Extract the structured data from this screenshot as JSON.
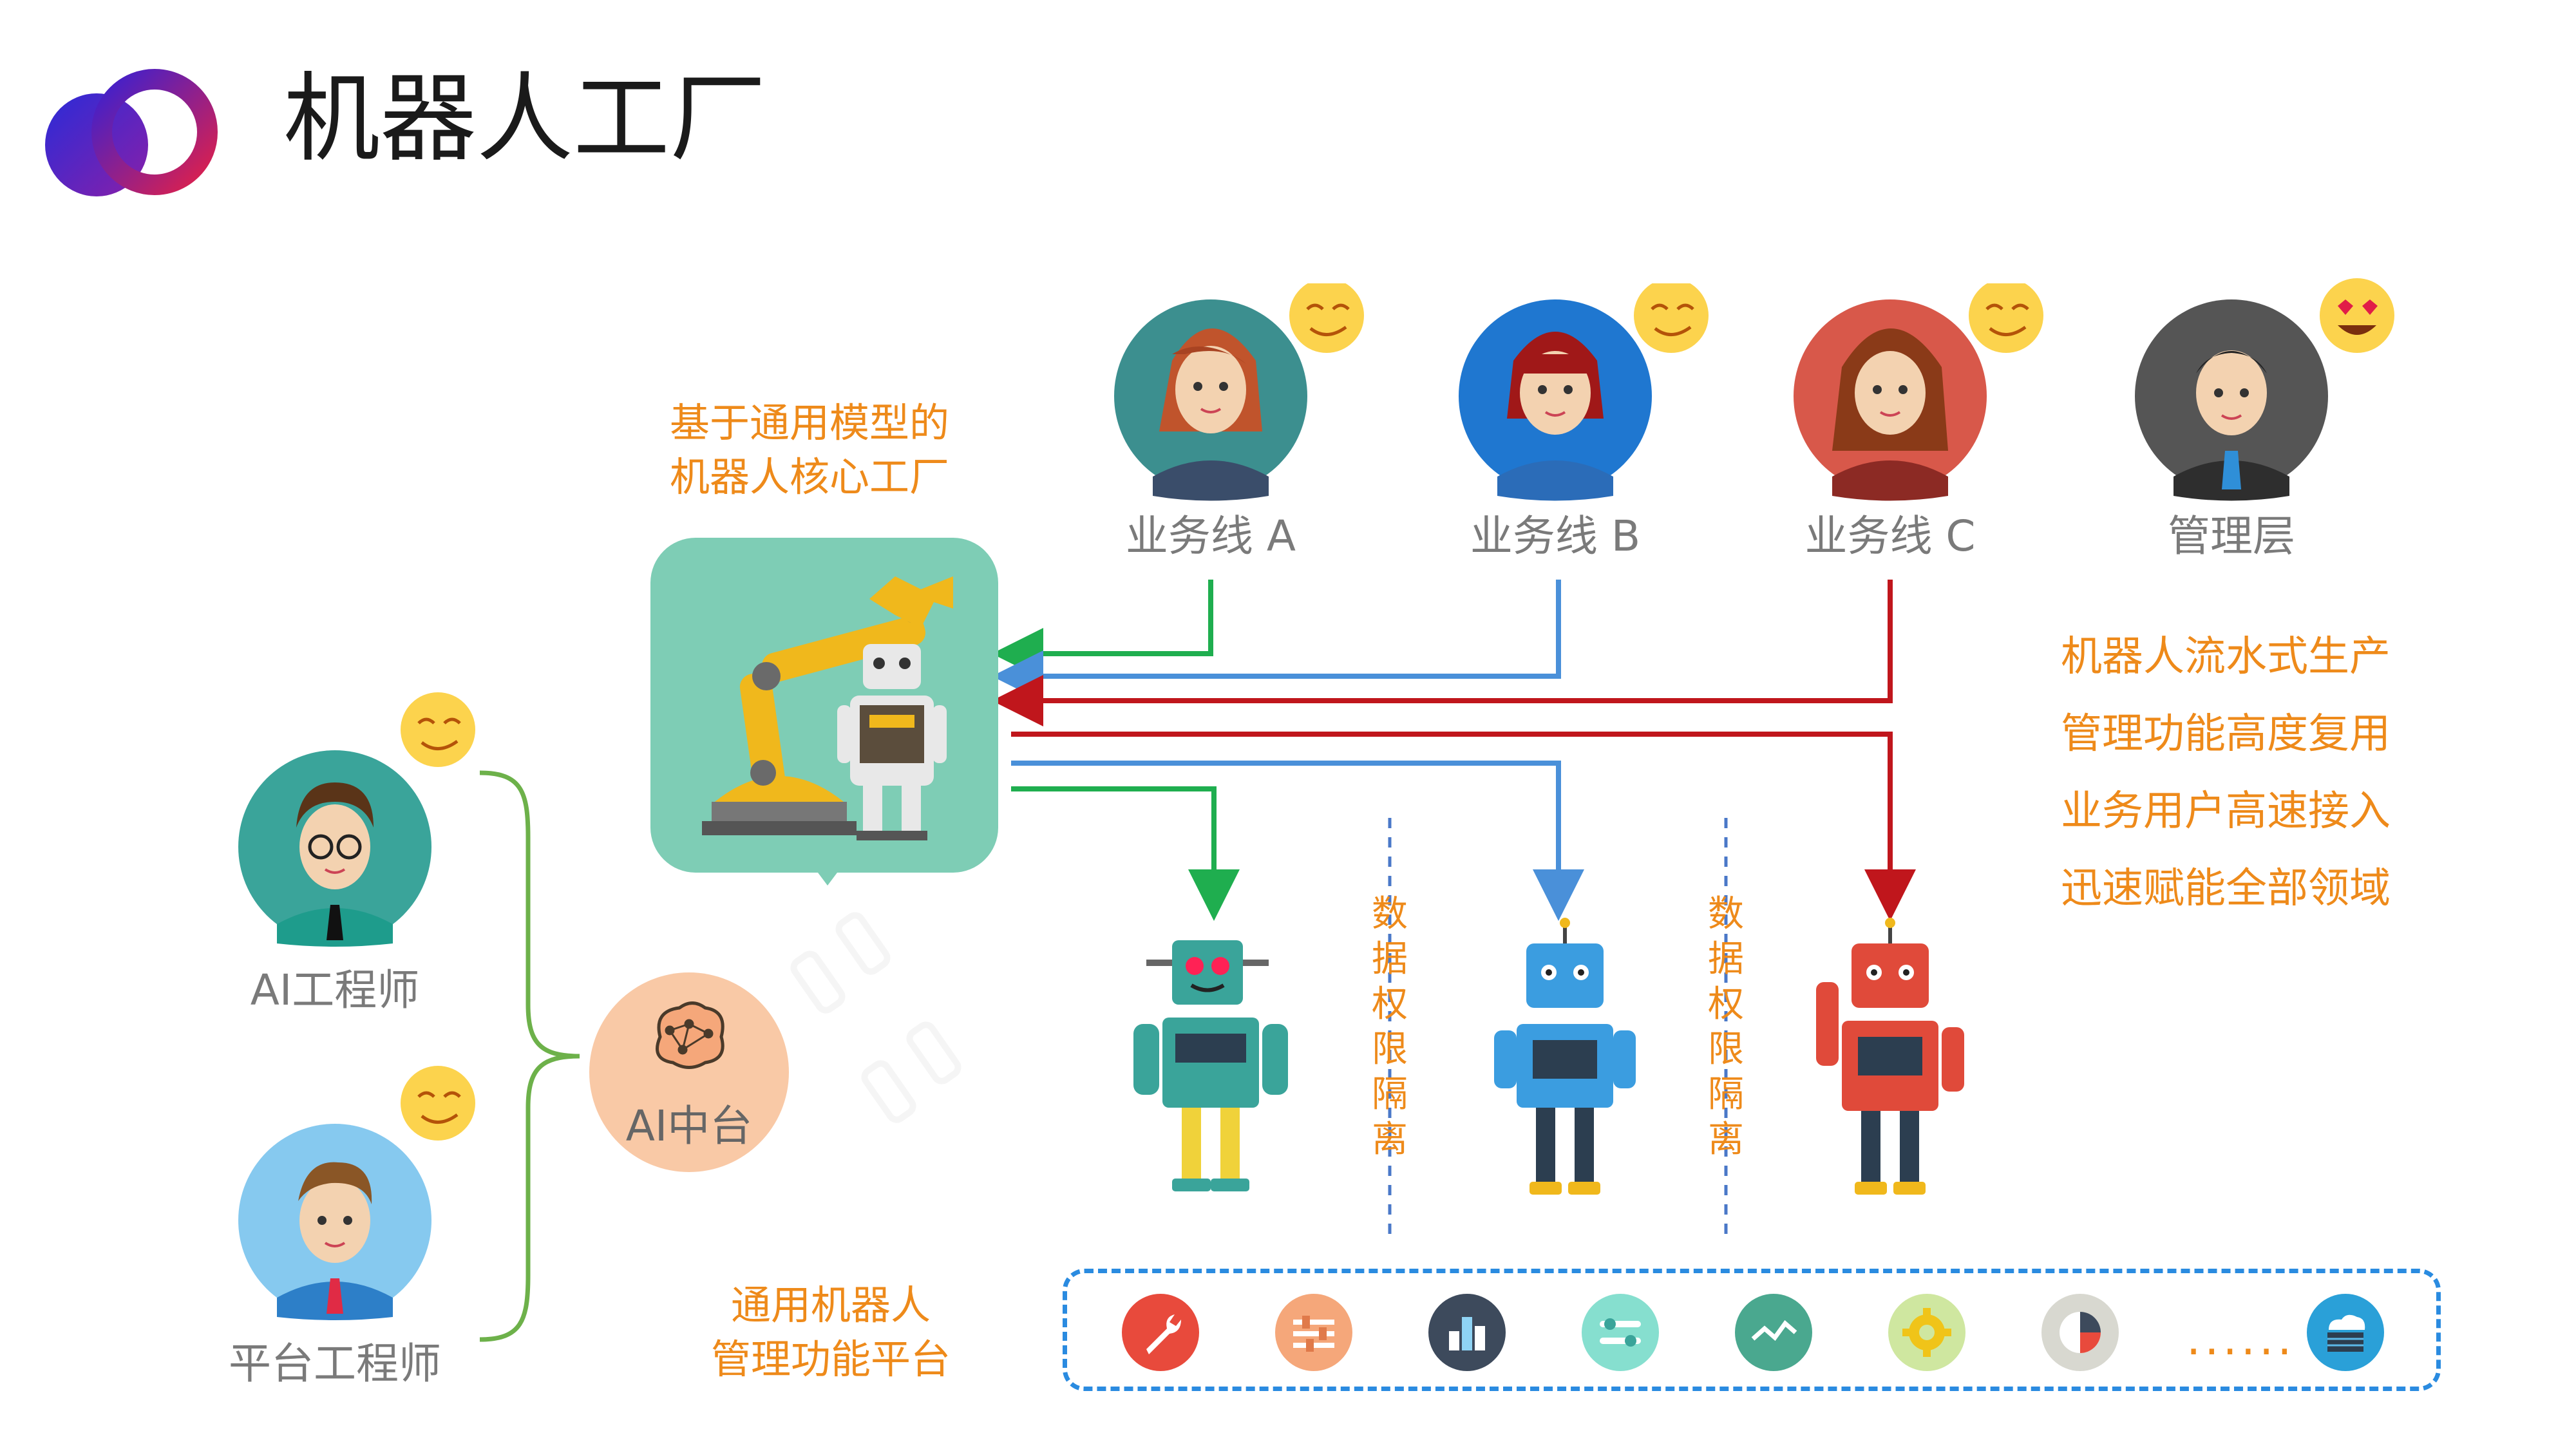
{
  "header": {
    "title": "机器人工厂",
    "logo": "two-overlapping-rings-logo"
  },
  "factory": {
    "caption_line1": "基于通用模型的",
    "caption_line2": "机器人核心工厂",
    "icon": "robot-arm-factory-icon"
  },
  "users": [
    {
      "label": "业务线 A",
      "emoji": "smile"
    },
    {
      "label": "业务线 B",
      "emoji": "smile"
    },
    {
      "label": "业务线 C",
      "emoji": "smile"
    },
    {
      "label": "管理层",
      "emoji": "heart-eyes"
    }
  ],
  "engineers": [
    {
      "label": "AI工程师",
      "emoji": "smile"
    },
    {
      "label": "平台工程师",
      "emoji": "smile"
    }
  ],
  "ai_platform": {
    "label": "AI中台"
  },
  "isolation": {
    "chars": [
      "数",
      "据",
      "权",
      "限",
      "隔",
      "离"
    ]
  },
  "benefits": [
    "机器人流水式生产",
    "管理功能高度复用",
    "业务用户高速接入",
    "迅速赋能全部领域"
  ],
  "platform_caption": {
    "line1": "通用机器人",
    "line2": "管理功能平台"
  },
  "tools": [
    {
      "icon": "wrench-icon",
      "color": "#e84a3c"
    },
    {
      "icon": "sliders-icon",
      "color": "#f5a77a"
    },
    {
      "icon": "bar-chart-icon",
      "color": "#3d4a5c"
    },
    {
      "icon": "toggles-icon",
      "color": "#86dfcf"
    },
    {
      "icon": "line-chart-icon",
      "color": "#4aa88f"
    },
    {
      "icon": "gear-icon",
      "color": "#cfe7a0"
    },
    {
      "icon": "pie-chart-icon",
      "color": "#d8d8d0"
    },
    {
      "icon": "cloud-server-icon",
      "color": "#2aa0d8"
    }
  ],
  "ellipsis": "......",
  "colors": {
    "green": "#1fae4f",
    "blue": "#4a90d9",
    "red": "#c0161c",
    "orange": "#ee8a1a",
    "factory_bg": "#7ecdb5"
  }
}
